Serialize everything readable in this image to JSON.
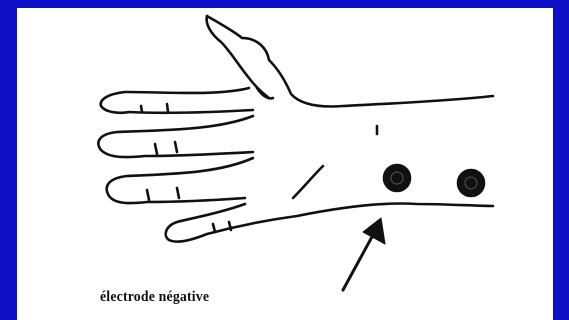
{
  "figure": {
    "label": "électrode négative",
    "colors": {
      "background": "#1010c8",
      "panel": "#ffffff",
      "ink": "#111111"
    },
    "icons": [
      "hand-drawing",
      "electrode-dot",
      "arrow-icon"
    ]
  }
}
